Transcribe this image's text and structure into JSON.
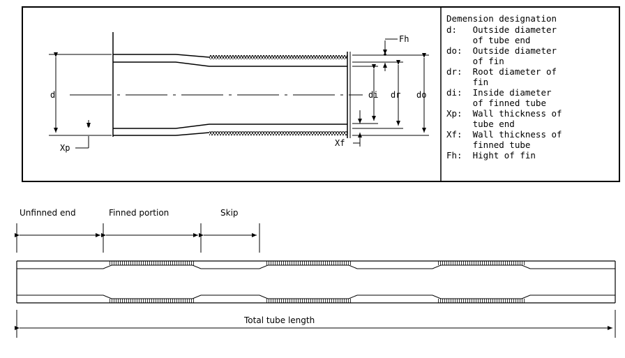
{
  "top_diagram": {
    "labels": {
      "d": "d",
      "do": "do",
      "dr": "dr",
      "di": "di",
      "fh": "Fh",
      "xp": "Xp",
      "xf": "Xf"
    },
    "legend": {
      "title": "Demension designation",
      "lines": [
        "d:   Outside diameter",
        "     of tube end",
        "do:  Outside diameter",
        "     of fin",
        "dr:  Root diameter of",
        "     fin",
        "di:  Inside diameter",
        "     of finned tube",
        "Xp:  Wall thickness of",
        "     tube end",
        "Xf:  Wall thickness of",
        "     finned tube",
        "Fh:  Hight of fin"
      ]
    }
  },
  "bottom_diagram": {
    "unfinned_end": "Unfinned end",
    "finned_portion": "Finned portion",
    "skip": "Skip",
    "total_length": "Total tube length"
  }
}
